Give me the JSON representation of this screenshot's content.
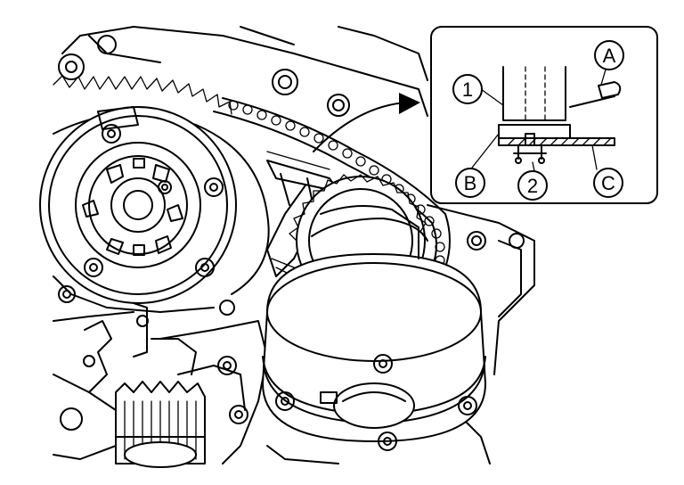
{
  "callouts": {
    "label_1": "1",
    "label_2": "2",
    "label_a": "A",
    "label_b": "B",
    "label_c": "C"
  },
  "colors": {
    "line": "#000000",
    "background": "#ffffff"
  }
}
